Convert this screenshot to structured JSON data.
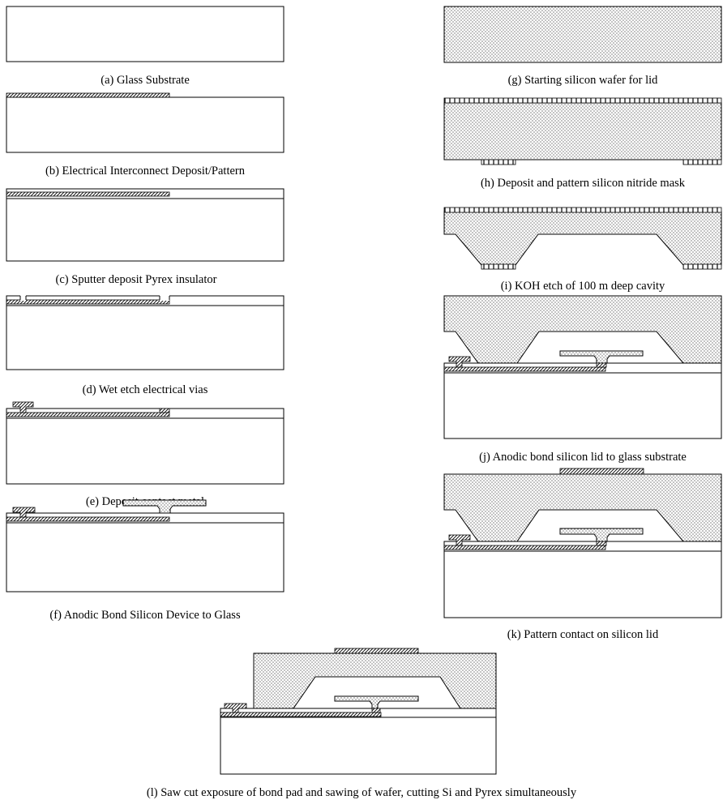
{
  "steps": [
    {
      "id": "a",
      "caption": "(a) Glass Substrate"
    },
    {
      "id": "b",
      "caption": "(b) Electrical Interconnect Deposit/Pattern"
    },
    {
      "id": "c",
      "caption": "(c) Sputter deposit Pyrex insulator"
    },
    {
      "id": "d",
      "caption": "(d) Wet etch electrical vias"
    },
    {
      "id": "e",
      "caption": "(e) Deposit contact metal"
    },
    {
      "id": "f",
      "caption": "(f) Anodic Bond Silicon Device to Glass"
    },
    {
      "id": "g",
      "caption": "(g) Starting silicon wafer for lid"
    },
    {
      "id": "h",
      "caption": "(h) Deposit and pattern silicon nitride mask"
    },
    {
      "id": "i",
      "caption": "(i) KOH etch of 100   m deep cavity"
    },
    {
      "id": "j",
      "caption": "(j) Anodic bond silicon lid to glass substrate"
    },
    {
      "id": "k",
      "caption": "(k) Pattern contact on silicon lid"
    },
    {
      "id": "l",
      "caption": "(l) Saw cut exposure of bond pad and sawing of wafer, cutting Si and Pyrex simultaneously"
    }
  ],
  "materials": {
    "glass": {
      "pattern": "blank",
      "color": "#ffffff"
    },
    "pyrex_insulator": {
      "pattern": "blank",
      "color": "#ffffff"
    },
    "metal": {
      "pattern": "diagonal-hatch",
      "color": "#000000"
    },
    "silicon": {
      "pattern": "dots",
      "color": "#000000"
    },
    "nitride": {
      "pattern": "brick",
      "color": "#000000"
    }
  }
}
